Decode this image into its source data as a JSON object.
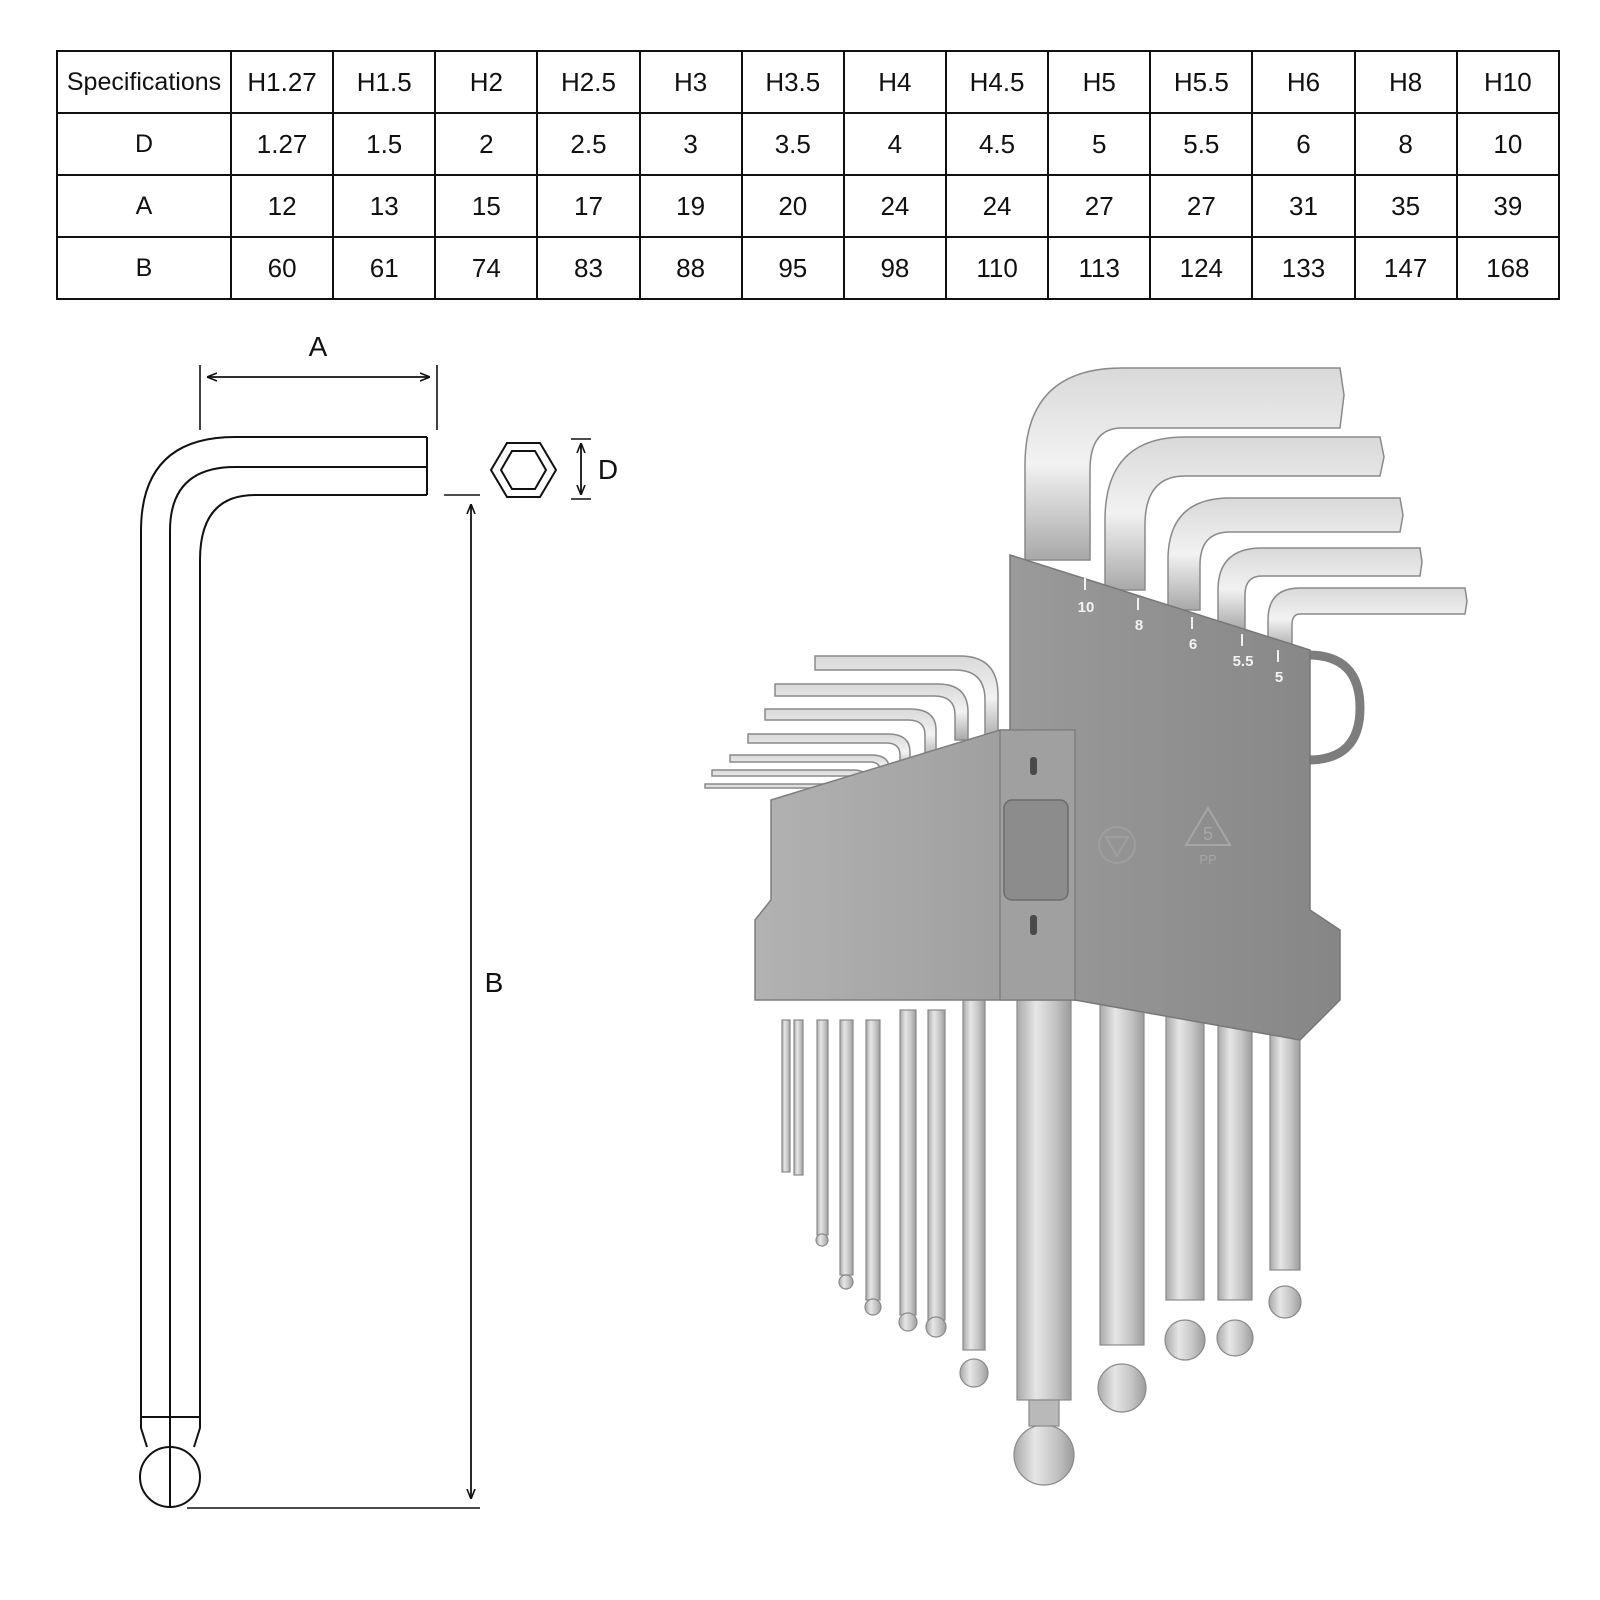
{
  "table": {
    "header": [
      "Specifications",
      "H1.27",
      "H1.5",
      "H2",
      "H2.5",
      "H3",
      "H3.5",
      "H4",
      "H4.5",
      "H5",
      "H5.5",
      "H6",
      "H8",
      "H10"
    ],
    "rows": [
      {
        "label": "D",
        "values": [
          "1.27",
          "1.5",
          "2",
          "2.5",
          "3",
          "3.5",
          "4",
          "4.5",
          "5",
          "5.5",
          "6",
          "8",
          "10"
        ]
      },
      {
        "label": "A",
        "values": [
          "12",
          "13",
          "15",
          "17",
          "19",
          "20",
          "24",
          "24",
          "27",
          "27",
          "31",
          "35",
          "39"
        ]
      },
      {
        "label": "B",
        "values": [
          "60",
          "61",
          "74",
          "83",
          "88",
          "95",
          "98",
          "110",
          "113",
          "124",
          "133",
          "147",
          "168"
        ]
      }
    ]
  },
  "diagram": {
    "label_a": "A",
    "label_b": "B",
    "label_d": "D"
  },
  "holder": {
    "size_marks": [
      "10",
      "8",
      "6",
      "5.5",
      "5"
    ],
    "recycle_number": "5",
    "recycle_code": "PP"
  },
  "colors": {
    "line": "#111111",
    "holder_dark": "#8c8c8c",
    "holder_light": "#a3a3a3",
    "steel": "#c9c9c9"
  }
}
